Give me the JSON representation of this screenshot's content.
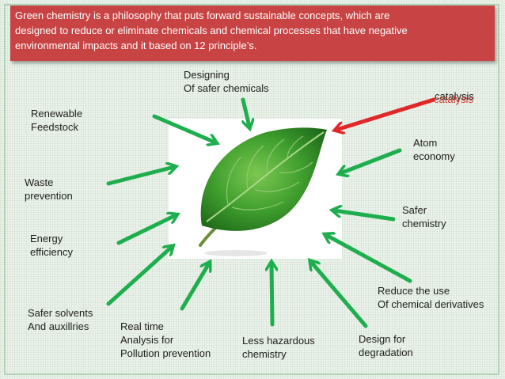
{
  "banner": {
    "line1": "Green chemistry is a philosophy that puts  forward sustainable concepts, which are",
    "line2": "designed to reduce or eliminate chemicals and chemical processes that have negative",
    "line3": "environmental  impacts and it based on 12 principle’s."
  },
  "principles": {
    "designing": {
      "line1": "Designing",
      "line2": "Of safer chemicals"
    },
    "renewable": {
      "line1": "Renewable",
      "line2": "Feedstock"
    },
    "catalysis": {
      "label": "catalysis",
      "overlap": "catalysis"
    },
    "atom": {
      "line1": "Atom",
      "line2": "economy"
    },
    "waste": {
      "line1": "Waste",
      "line2": "prevention"
    },
    "safer_chem": {
      "line1": "Safer",
      "line2": "chemistry"
    },
    "energy": {
      "line1": "Energy",
      "line2": "efficiency"
    },
    "reduce": {
      "line1": "Reduce the use",
      "line2": "Of chemical derivatives"
    },
    "solvents": {
      "line1": "Safer solvents",
      "line2": "And auxillries"
    },
    "realtime": {
      "line1": "Real time",
      "line2": "Analysis for",
      "line3": "Pollution prevention"
    },
    "hazardous": {
      "line1": "Less hazardous",
      "line2": "chemistry"
    },
    "degradation": {
      "line1": "Design for",
      "line2": "degradation"
    }
  },
  "colors": {
    "banner": "#c84444",
    "arrow_green": "#1fae4e",
    "arrow_red": "#e02828",
    "leaf": "#3a9a2a"
  },
  "icons": {
    "center": "leaf-image"
  }
}
